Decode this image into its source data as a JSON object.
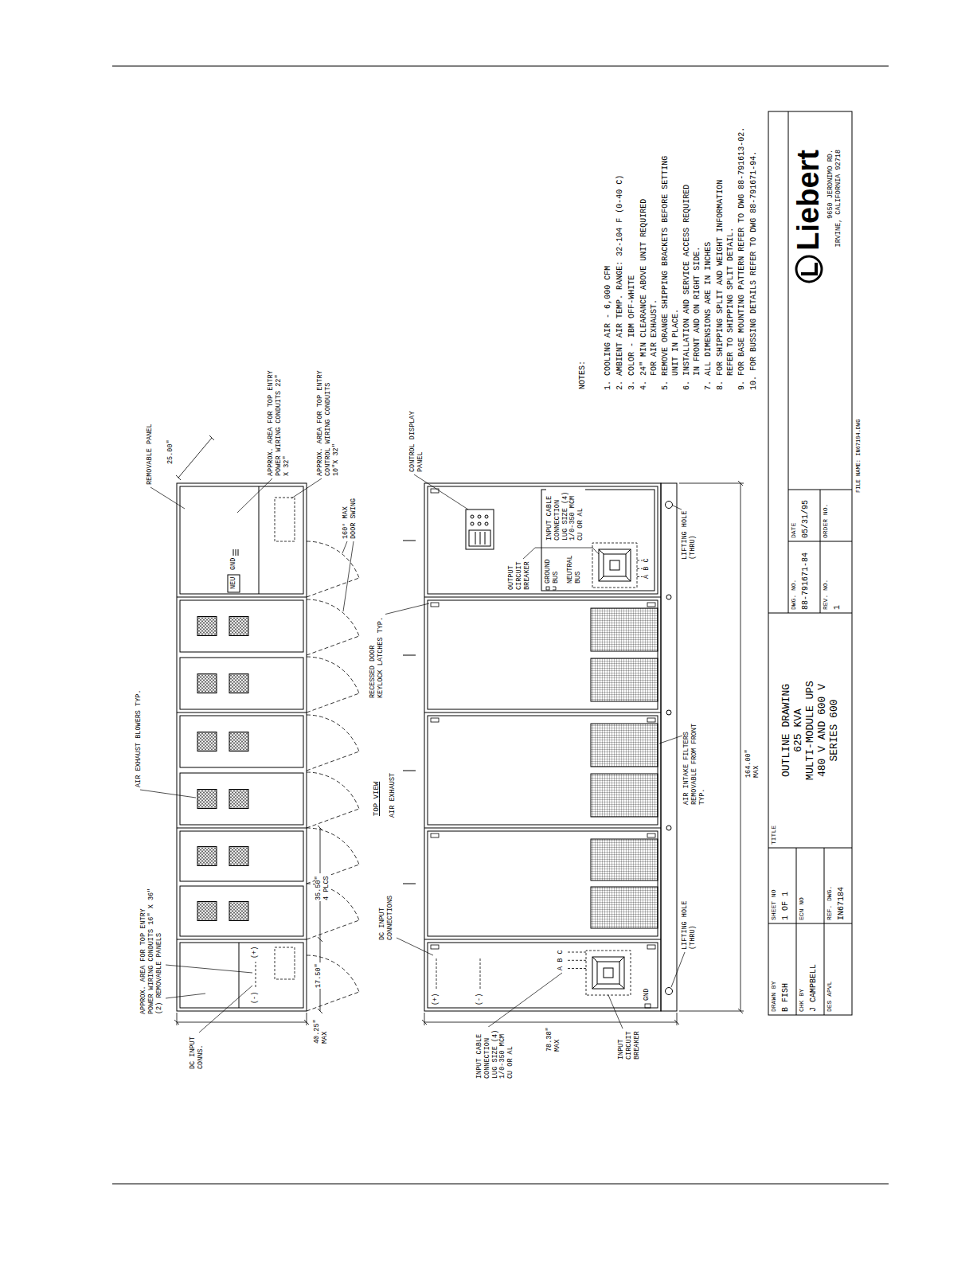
{
  "diagram": {
    "nodes": [
      {
        "text": [
          "DRAWN BY",
          "B FISH"
        ]
      },
      {
        "text": [
          "SHEET NO",
          "1 OF 1"
        ]
      },
      {
        "text": [
          "CHK BY",
          "J CAMPBELL"
        ]
      },
      {
        "text": [
          "ECN NO"
        ]
      },
      {
        "text": [
          "DES APVL"
        ]
      },
      {
        "text": [
          "REF. DWG.",
          "IN67184"
        ]
      },
      {
        "text": [
          "TITLE",
          "OUTLINE DRAWING 625 KVA MULTI-MODULE UPS 480 V AND 600 V SERIES 600"
        ]
      },
      {
        "text": [
          "DWG. NO.",
          "88-791671-84"
        ]
      },
      {
        "text": [
          "DATE",
          "05/31/95"
        ]
      },
      {
        "text": [
          "REV. NO.",
          "1"
        ]
      },
      {
        "text": [
          "ORDER NO."
        ]
      },
      {
        "text": [
          "Liebert",
          "9650 JERONIMO RD. IRVINE, CALIFORNIA 92718"
        ]
      }
    ],
    "labels": [
      "APPROX. AREA FOR TOP ENTRY POWER WIRING CONDUITS 16\" X 36\" (2) REMOVABLE PANELS",
      "AIR EXHAUST BLOWERS TYP.",
      "REMOVABLE PANEL",
      "25.00\"",
      "APPROX. AREA FOR TOP ENTRY POWER WIRING CONDUITS 22\" X 32\"",
      "APPROX. AREA FOR TOP ENTRY CONTROL WIRING CONDUITS 10\"X 32\"",
      "NEU",
      "GND",
      "(-)",
      "(+)",
      "DC INPUT CONNS.",
      "40.25\" MAX",
      "17.50\"",
      "35.50\" 4 PLCS",
      "160° MAX DOOR SWING",
      "TOP VIEW",
      "AIR EXHAUST",
      "DC INPUT CONNECTIONS",
      "RECESSED DOOR KEYLOCK LATCHES TYP.",
      "CONTROL DISPLAY PANEL",
      "(+)",
      "(-)",
      "A B C",
      "GND",
      "OUTPUT CIRCUIT BREAKER",
      "INPUT CABLE CONNECTION LUG SIZE (4) 1/0-350 MCM CU OR AL",
      "GROUND BUS",
      "NEUTRAL BUS",
      "A B C",
      "INPUT CABLE CONNECTION LUG SIZE (4) 1/0-350 MCM CU OR AL",
      "78.38\" MAX",
      "INPUT CIRCUIT BREAKER",
      "LIFTING HOLE (THRU)",
      "LIFTING HOLE (THRU)",
      "AIR INTAKE FILTERS REMOVABLE FROM FRONT TYP.",
      "164.00\" MAX",
      "NOTES:",
      "1. COOLING AIR - 6,000 CFM",
      "2. AMBIENT AIR TEMP. RANGE: 32-104 F (0-40 C)",
      "3. COLOR - IBM OFF-WHITE",
      "4. 24\" MIN CLEARANCE ABOVE UNIT REQUIRED FOR AIR EXHAUST.",
      "5. REMOVE ORANGE SHIPPING BRACKETS BEFORE SETTING UNIT IN PLACE.",
      "6. INSTALLATION AND SERVICE ACCESS REQUIRED IN FRONT AND ON RIGHT SIDE.",
      "7. ALL DIMENSIONS ARE IN INCHES",
      "8. FOR SHIPPING SPLIT AND WEIGHT INFORMATION REFER TO SHIPPING SPLIT DETAIL.",
      "9. FOR BASE MOUNTING PATTERN REFER TO DWG 88-791613-02.",
      "10. FOR BUSSING DETAILS REFER TO DWG 88-791671-94.",
      "FILE NAME: IN67184.DWG"
    ]
  }
}
